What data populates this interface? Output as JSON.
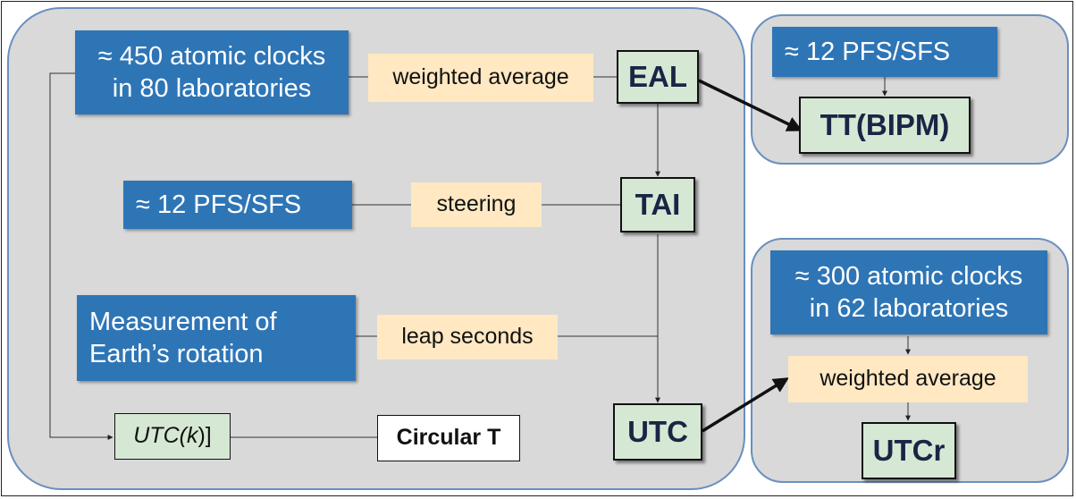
{
  "main_panel": {
    "clocks_box": {
      "line1": "≈ 450 atomic clocks",
      "line2": "in 80 laboratories"
    },
    "weighted_average_label": "weighted average",
    "eal_label": "EAL",
    "pfs_box": "≈ 12 PFS/SFS",
    "steering_label": "steering",
    "tai_label": "TAI",
    "earth_box": {
      "line1": "Measurement of",
      "line2": "Earth’s rotation"
    },
    "leap_seconds_label": "leap seconds",
    "utc_label": "UTC",
    "utck": {
      "prefix": "UTC(",
      "k": "k",
      "suffix": ")]"
    },
    "circular_t_label": "Circular T"
  },
  "ttbipm_panel": {
    "pfs_box": "≈ 12 PFS/SFS",
    "ttbipm_label": "TT(BIPM)"
  },
  "utcr_panel": {
    "clocks_box": {
      "line1": "≈ 300 atomic clocks",
      "line2": "in 62 laboratories"
    },
    "weighted_average_label": "weighted average",
    "utcr_label": "UTCr"
  },
  "colors": {
    "panel_fill": "#d9d9d9",
    "panel_border": "#6a8fbf",
    "blue_box": "#2e75b6",
    "label_fill": "#ffe8c2",
    "time_scale_fill": "#d5e8d4"
  }
}
